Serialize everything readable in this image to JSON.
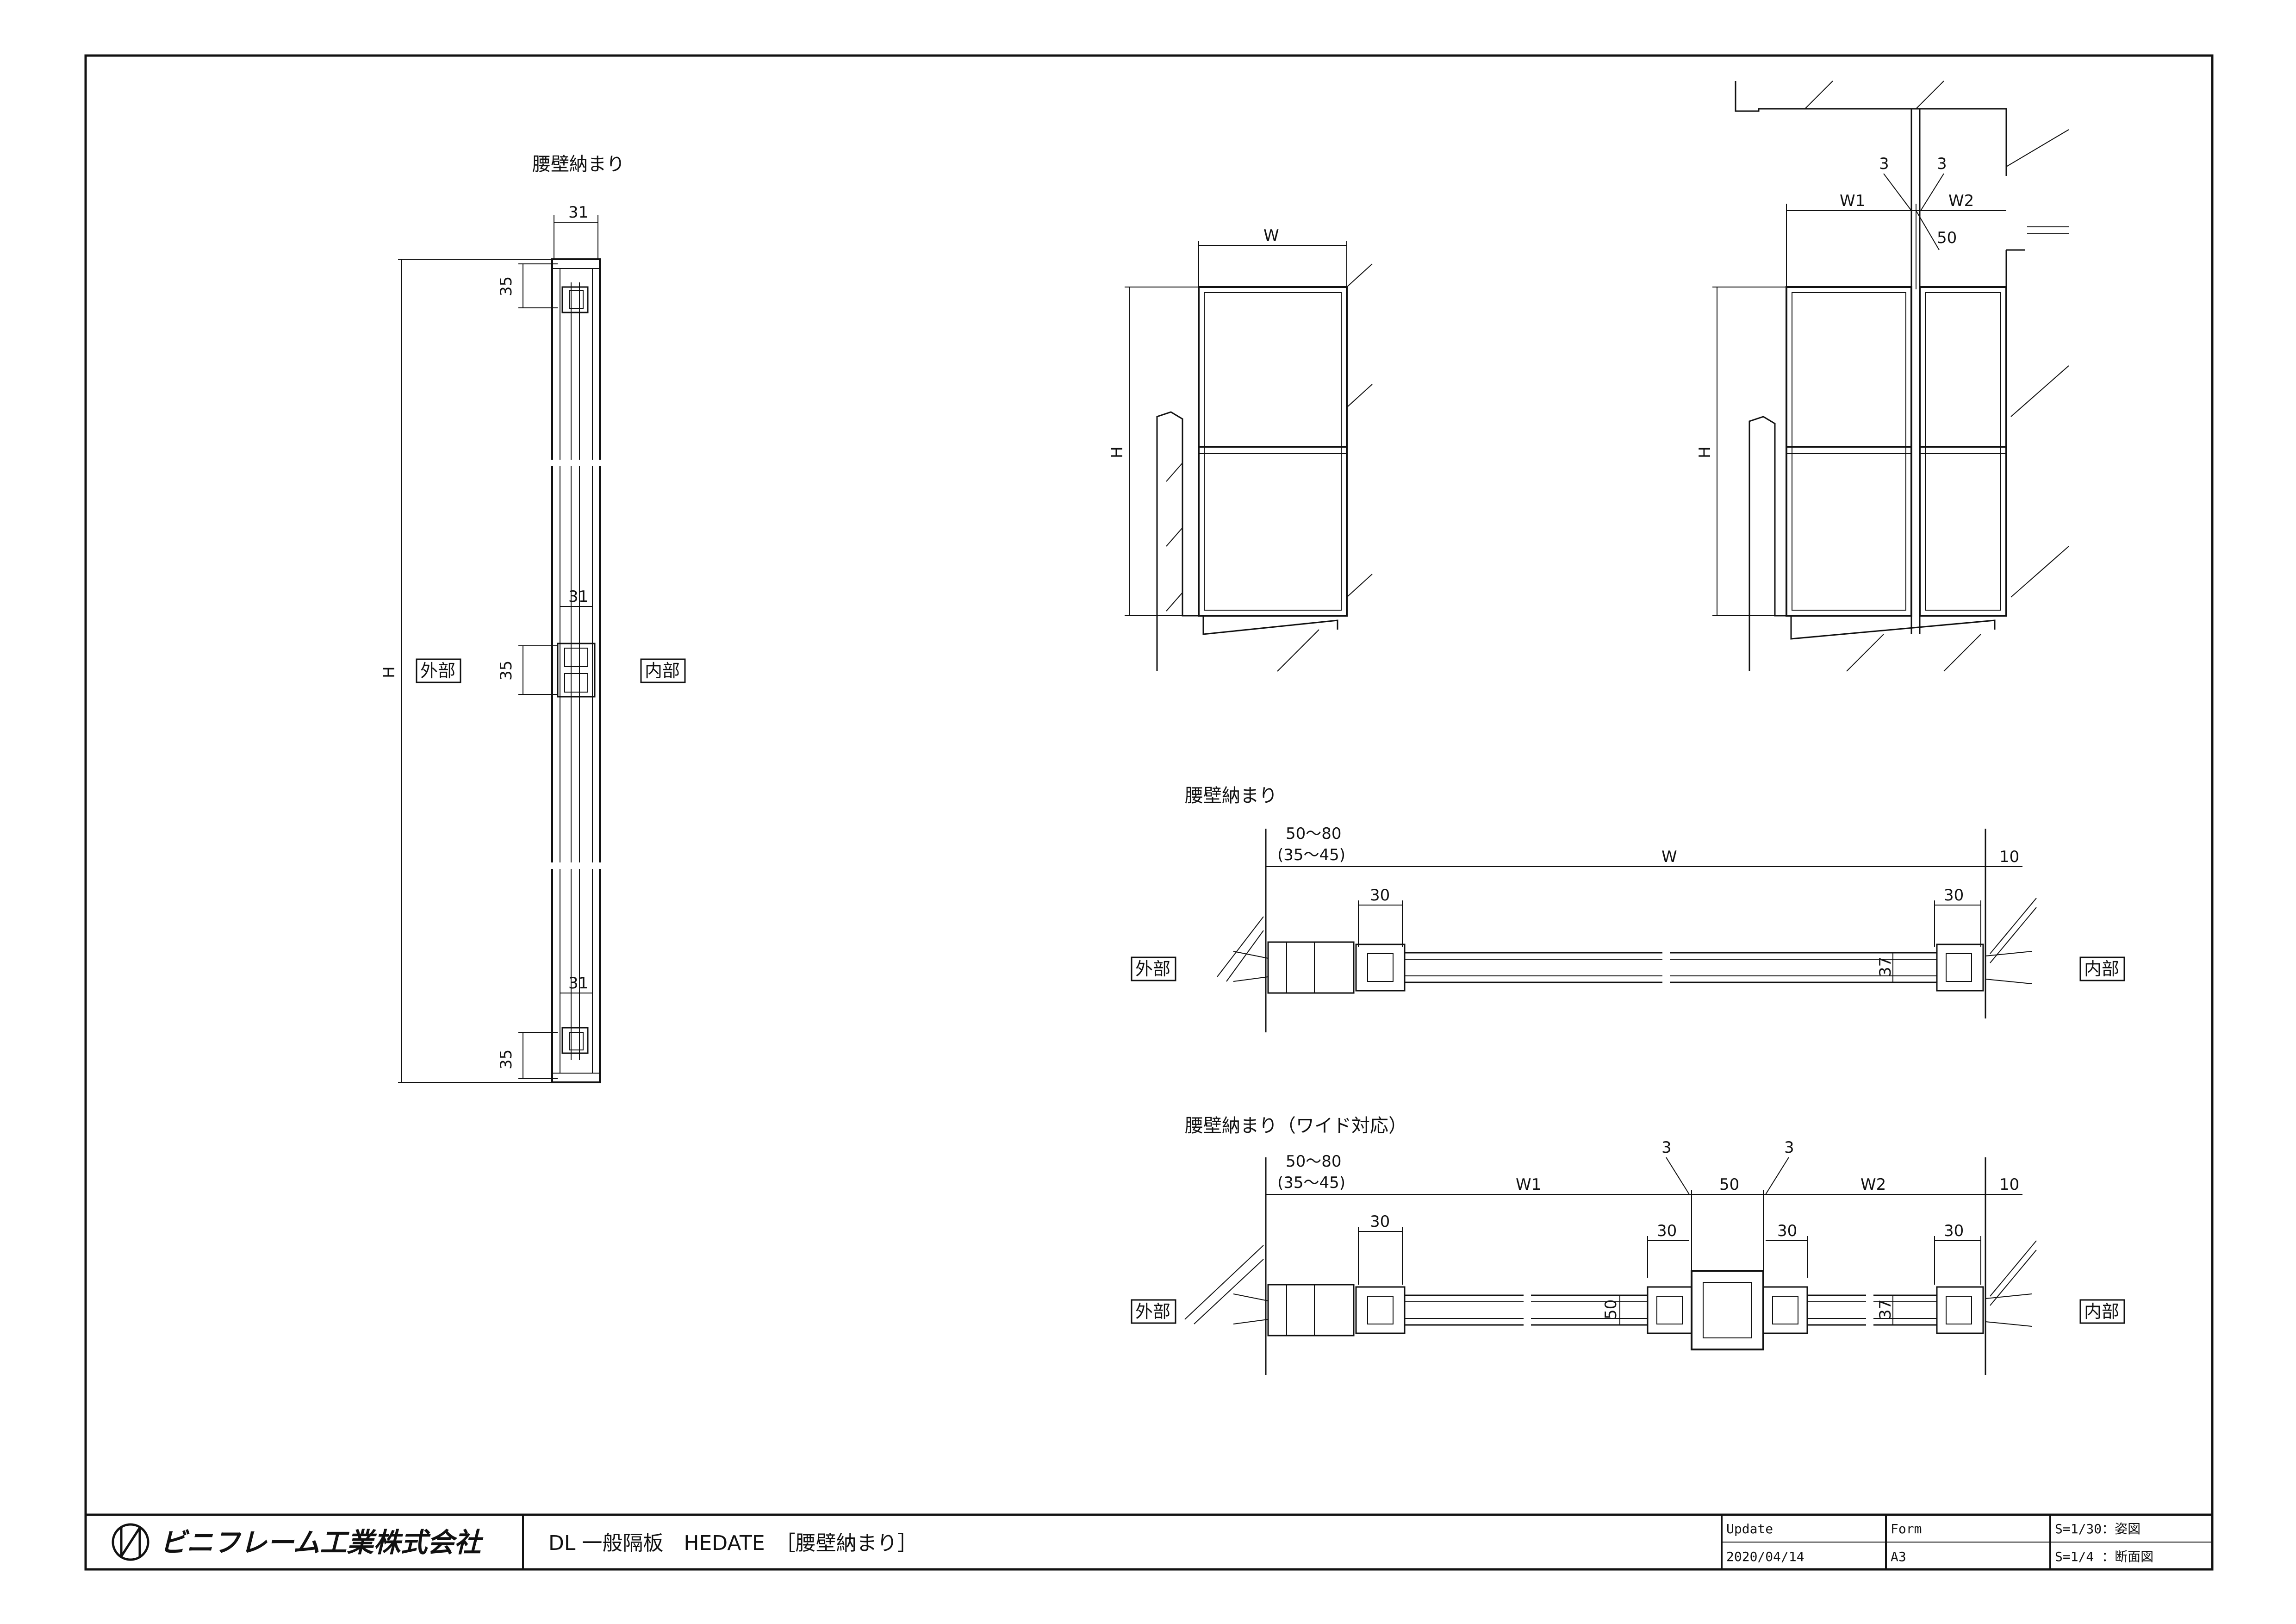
{
  "elevation": {
    "title": "腰壁納まり",
    "dim_31_top": "31",
    "dim_31_mid": "31",
    "dim_31_bot": "31",
    "dim_35_top": "35",
    "dim_35_mid": "35",
    "dim_35_bot": "35",
    "dim_h": "H",
    "label_outside": "外部",
    "label_inside": "内部"
  },
  "view_single": {
    "dim_w": "W",
    "dim_h": "H"
  },
  "view_wide": {
    "dim_3_left": "3",
    "dim_3_right": "3",
    "dim_w1": "W1",
    "dim_w2": "W2",
    "dim_50": "50",
    "dim_h": "H"
  },
  "section1": {
    "title": "腰壁納まり",
    "dim_range": "50〜80",
    "dim_range_sub": "(35〜45)",
    "dim_w": "W",
    "dim_10": "10",
    "dim_30_left": "30",
    "dim_30_right": "30",
    "dim_37": "37",
    "label_outside": "外部",
    "label_inside": "内部"
  },
  "section2": {
    "title": "腰壁納まり（ワイド対応）",
    "dim_range": "50〜80",
    "dim_range_sub": "(35〜45)",
    "dim_w1": "W1",
    "dim_w2": "W2",
    "dim_3_left": "3",
    "dim_3_right": "3",
    "dim_50_top": "50",
    "dim_10": "10",
    "dim_30_a": "30",
    "dim_30_b": "30",
    "dim_30_c": "30",
    "dim_30_d": "30",
    "dim_50_post": "50",
    "dim_37": "37",
    "label_outside": "外部",
    "label_inside": "内部"
  },
  "title_block": {
    "company": "ビニフレーム工業株式会社",
    "drawing_title": "DL 一般隔板　HEDATE　［腰壁納まり］",
    "update_label": "Update",
    "update_value": "2020/04/14",
    "form_label": "Form",
    "form_value": "A3",
    "scale_1": "S=1/30：姿図",
    "scale_2": "S=1/4 ：断面図"
  }
}
